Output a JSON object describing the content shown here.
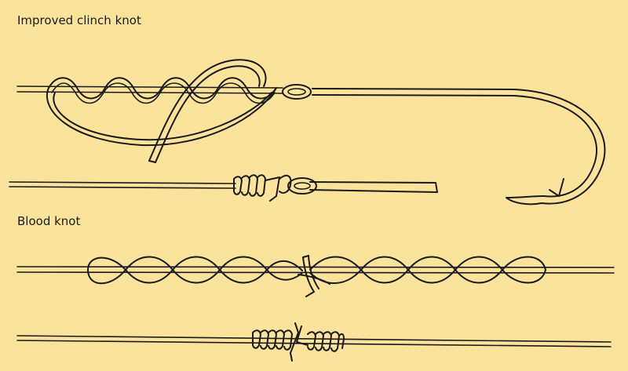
{
  "page": {
    "background": "#fbe39c",
    "ink": "#1a1a1a",
    "line_fill": "#fbe39c"
  },
  "sections": {
    "clinch": {
      "title": "Improved clinch knot"
    },
    "blood": {
      "title": "Blood knot"
    }
  },
  "illustrations": [
    {
      "name": "improved-clinch-knot-tying",
      "depicts": "line looped through hook eye and twisted around itself"
    },
    {
      "name": "improved-clinch-knot-finished",
      "depicts": "finished clinch knot on hook eye"
    },
    {
      "name": "blood-knot-tying",
      "depicts": "two lines twisted around each other with ends crossed in middle"
    },
    {
      "name": "blood-knot-finished",
      "depicts": "finished blood knot joining two lines"
    }
  ]
}
